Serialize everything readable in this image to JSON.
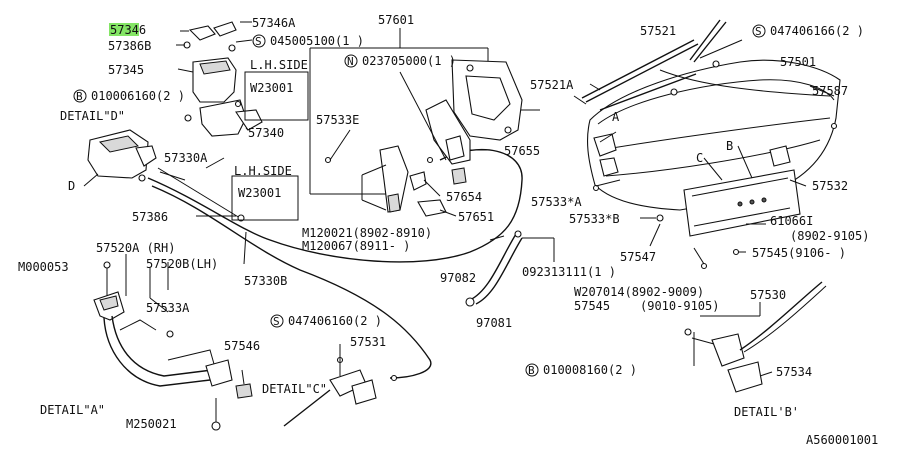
{
  "colors": {
    "highlight": "#6ee04a",
    "ink": "#111111"
  },
  "labels": {
    "p57346": "57346",
    "p57346A": "57346A",
    "s045005100": "045005100(1 )",
    "p57601": "57601",
    "p57521": "57521",
    "s047406166": "047406166(2 )",
    "p57386B": "57386B",
    "p57345": "57345",
    "lhside1": "L.H.SIDE",
    "n023705000": "023705000(1 )",
    "p57521A": "57521A",
    "p57501": "57501",
    "w230011": "W23001",
    "b010006160": "010006160(2 )",
    "p57587": "57587",
    "detailD": "DETAIL\"D\"",
    "p57340": "57340",
    "p57533E": "57533E",
    "calloutA": "A",
    "p57655": "57655",
    "calloutB": "B",
    "calloutC": "C",
    "calloutD": "D",
    "p57330A": "57330A",
    "lhside2": "L.H.SIDE",
    "p57532": "57532",
    "w230012": "W23001",
    "p57654": "57654",
    "p57533xA": "57533*A",
    "p57386": "57386",
    "p57651": "57651",
    "p57533xB": "57533*B",
    "p61066I": "61066I",
    "range8902_9105": "(8902-9105)",
    "m120021": "M120021(8902-8910)",
    "m120067": "M120067(8911-     )",
    "p57547": "57547",
    "p57545r": "57545(9106-   )",
    "p57520A": "57520A (RH)",
    "p57520B": "57520B(LH)",
    "p57330B": "57330B",
    "p092313111": "092313111(1 )",
    "m000053": "M000053",
    "p97082": "97082",
    "w207014": "W207014(8902-9009)",
    "p57530": "57530",
    "p57545": "57545",
    "range9010_9105": "(9010-9105)",
    "p57533A": "57533A",
    "p97081": "97081",
    "s047406160": "047406160(2 )",
    "p57546": "57546",
    "p57531": "57531",
    "b010008160": "010008160(2 )",
    "p57534": "57534",
    "detailC": "DETAIL\"C\"",
    "detailA": "DETAIL\"A\"",
    "detailB": "DETAIL'B'",
    "m250021": "M250021",
    "figId": "A560001001"
  }
}
